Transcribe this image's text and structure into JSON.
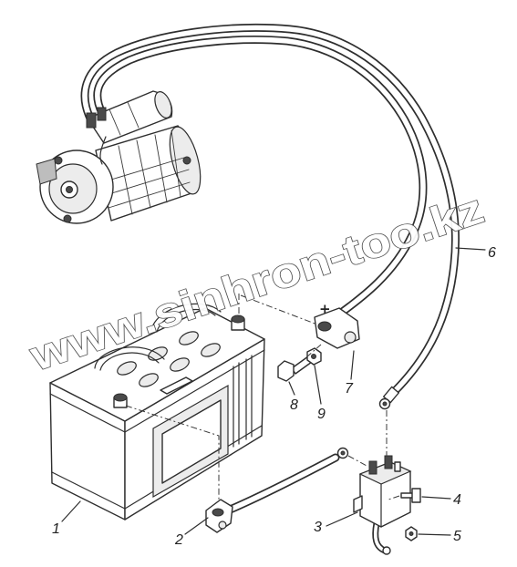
{
  "diagram": {
    "callouts": [
      {
        "label": "1"
      },
      {
        "label": "2"
      },
      {
        "label": "3"
      },
      {
        "label": "4"
      },
      {
        "label": "5"
      },
      {
        "label": "6"
      },
      {
        "label": "7"
      },
      {
        "label": "8"
      },
      {
        "label": "9"
      }
    ],
    "polarity_mark": "+",
    "watermark_text": "www.sinhron-too.kz",
    "colors": {
      "ink": "#2e2e2e",
      "background": "#ffffff"
    }
  }
}
